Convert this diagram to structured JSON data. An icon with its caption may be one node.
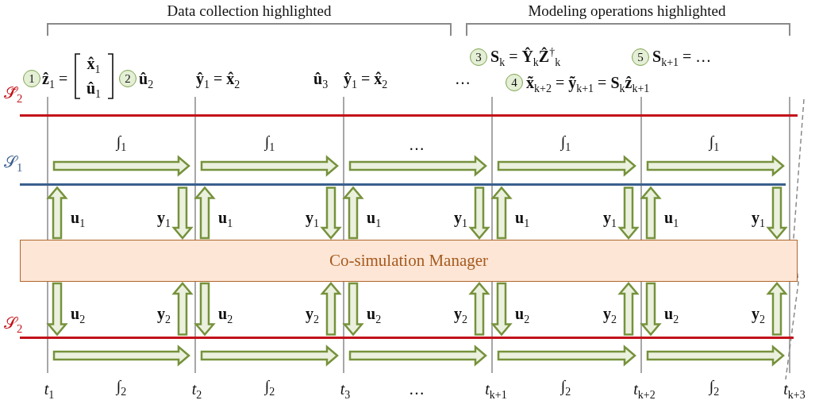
{
  "diagram": {
    "nodes": [
      {
        "text": [
          "1"
        ]
      },
      {
        "text": [
          "2"
        ]
      },
      {
        "text": [
          "3"
        ]
      },
      {
        "text": [
          "5"
        ]
      },
      {
        "text": [
          "4"
        ]
      },
      {
        "text": [
          "𝒮̃$_{2}$"
        ]
      },
      {
        "text": [
          "𝒮$_{1}$"
        ]
      },
      {
        "text": [
          "Co-simulation Manager"
        ]
      },
      {
        "text": [
          "𝒮$_{2}$"
        ]
      }
    ],
    "edges": [
      {
        "from": 7,
        "to": 6,
        "arrow": "to",
        "label": "**u**$_{1}$"
      },
      {
        "from": 6,
        "to": 7,
        "arrow": "to",
        "label": "**y**$_{1}$"
      },
      {
        "from": 7,
        "to": 8,
        "arrow": "to",
        "label": "**u**$_{2}$"
      },
      {
        "from": 8,
        "to": 7,
        "arrow": "to",
        "label": "**y**$_{2}$"
      },
      {
        "from": 7,
        "to": 6,
        "arrow": "to",
        "label": "**u**$_{1}$"
      },
      {
        "from": 6,
        "to": 7,
        "arrow": "to",
        "label": "**y**$_{1}$"
      },
      {
        "from": 7,
        "to": 8,
        "arrow": "to",
        "label": "**u**$_{2}$"
      },
      {
        "from": 8,
        "to": 7,
        "arrow": "to",
        "label": "**y**$_{2}$"
      },
      {
        "from": 7,
        "to": 6,
        "arrow": "to",
        "label": "**u**$_{1}$"
      },
      {
        "from": 6,
        "to": 7,
        "arrow": "to",
        "label": "**y**$_{1}$"
      },
      {
        "from": 7,
        "to": 8,
        "arrow": "to",
        "label": "**u**$_{2}$"
      },
      {
        "from": 8,
        "to": 7,
        "arrow": "to",
        "label": "**y**$_{2}$"
      },
      {
        "from": 7,
        "to": 6,
        "arrow": "to",
        "label": "**u**$_{1}$"
      },
      {
        "from": 6,
        "to": 7,
        "arrow": "to",
        "label": "**y**$_{1}$"
      },
      {
        "from": 7,
        "to": 8,
        "arrow": "to",
        "label": "**u**$_{2}$"
      },
      {
        "from": 8,
        "to": 7,
        "arrow": "to",
        "label": "**y**$_{2}$"
      },
      {
        "from": 7,
        "to": 6,
        "arrow": "to",
        "label": "**u**$_{1}$"
      },
      {
        "from": 6,
        "to": 7,
        "arrow": "to",
        "label": "**y**$_{1}$"
      },
      {
        "from": 7,
        "to": 8,
        "arrow": "to",
        "label": "**u**$_{2}$"
      },
      {
        "from": 8,
        "to": 7,
        "arrow": "to",
        "label": "**y**$_{2}$"
      }
    ],
    "labels": [
      "Data collection highlighted",
      "Modeling operations highlighted",
      "**ẑ**$_{1}$ =",
      "**x̂**$_{1}$",
      "**û**$_{1}$",
      "**û**$_{2}$",
      "**ŷ**$_{1}$ = **x̂**$_{2}$",
      "**û**$_{3}$",
      "**ŷ**$_{1}$ = **x̂**$_{2}$",
      "…",
      "**S**$_{k}$ = **Ŷ**$_{k}$**Ẑ**$^{†}$$_{k}$",
      "**S**$_{k+1}$ = …",
      "**x̃**$_{k+2}$ = **ỹ**$_{k+1}$ = **S**$_{k}$**ẑ**$_{k+1}$",
      "∫$_{1}$",
      "∫$_{1}$",
      "…",
      "∫$_{1}$",
      "∫$_{1}$",
      "*t*$_{1}$",
      "∫$_{2}$",
      "*t*$_{2}$",
      "∫$_{2}$",
      "*t*$_{3}$",
      "…",
      "*t*$_{k+1}$",
      "∫$_{2}$",
      "*t*$_{k+2}$",
      "∫$_{2}$",
      "*t*$_{k+3}$"
    ]
  }
}
